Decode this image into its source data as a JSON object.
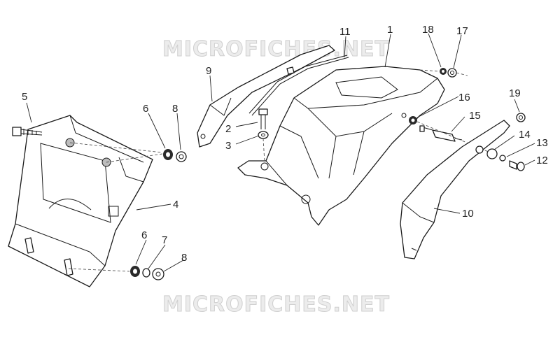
{
  "watermark": {
    "top": "MICROFICHES.NET",
    "bottom": "MICROFICHES.NET"
  },
  "callouts": {
    "n1": "1",
    "n2": "2",
    "n3": "3",
    "n4": "4",
    "n5": "5",
    "n6a": "6",
    "n6b": "6",
    "n7": "7",
    "n8a": "8",
    "n8b": "8",
    "n9": "9",
    "n10": "10",
    "n11": "11",
    "n12": "12",
    "n13": "13",
    "n14": "14",
    "n15": "15",
    "n16": "16",
    "n17": "17",
    "n18": "18",
    "n19": "19"
  }
}
